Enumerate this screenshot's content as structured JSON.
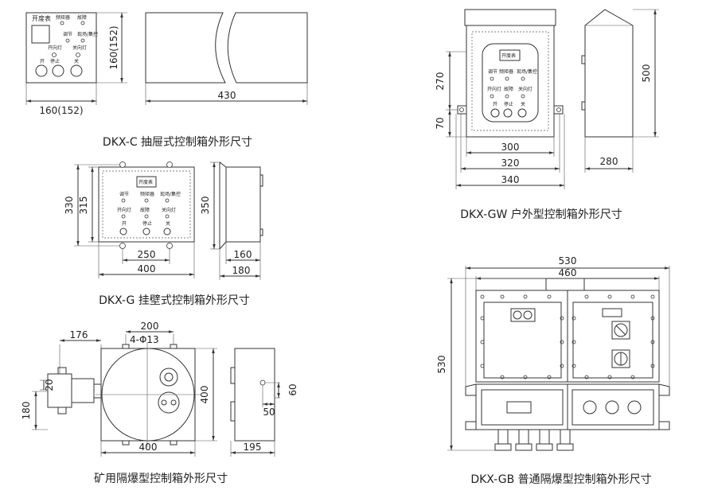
{
  "captions": {
    "c": "DKX-C 抽屉式控制箱外形尺寸",
    "gw": "DKX-GW 户外型控制箱外形尺寸",
    "g": "DKX-G 挂壁式控制箱外形尺寸",
    "mine": "矿用隔爆型控制箱外形尺寸",
    "gb": "DKX-GB 普通隔爆型控制箱外形尺寸"
  },
  "panel": {
    "meter": "开度表",
    "adjust": "调节",
    "torque": "频矩器",
    "fault_lamp": "故障",
    "local_remote": "现场/集控",
    "open_lamp": "开向灯",
    "close_lamp": "关向灯",
    "stop": "停止",
    "open": "开",
    "close": "关"
  },
  "dims": {
    "c_height": "160(152)",
    "c_width": "160(152)",
    "c_depth": "430",
    "gw_270": "270",
    "gw_70": "70",
    "gw_500": "500",
    "gw_300": "300",
    "gw_320": "320",
    "gw_340": "340",
    "gw_280": "280",
    "g_330": "330",
    "g_315": "315",
    "g_350": "350",
    "g_250": "250",
    "g_400": "400",
    "g_160": "160",
    "g_180": "180",
    "m_176": "176",
    "m_200": "200",
    "m_holes": "4-Φ13",
    "m_20": "20",
    "m_180": "180",
    "m_400w": "400",
    "m_400h": "400",
    "m_60": "60",
    "m_50": "50",
    "m_195": "195",
    "gb_530w": "530",
    "gb_460": "460",
    "gb_530h": "530"
  }
}
